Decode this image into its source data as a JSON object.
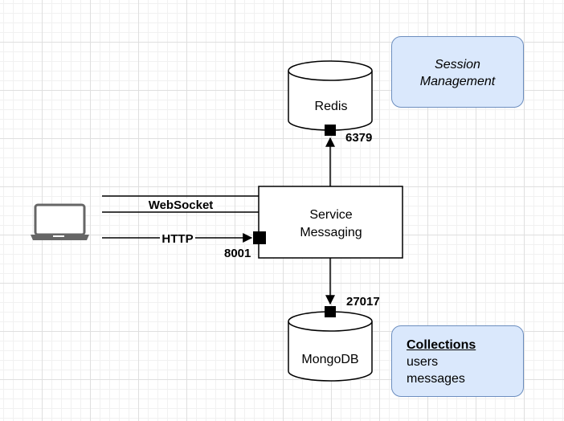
{
  "redis": {
    "label": "Redis",
    "port": "6379"
  },
  "mongodb": {
    "label": "MongoDB",
    "port": "27017"
  },
  "service": {
    "line1": "Service",
    "line2": "Messaging",
    "port": "8001"
  },
  "client": {
    "websocket_label": "WebSocket",
    "http_label": "HTTP",
    "icon": "laptop-icon"
  },
  "session_note": {
    "line1": "Session",
    "line2": "Management"
  },
  "collections_note": {
    "title": "Collections",
    "items": [
      "users",
      "messages"
    ]
  },
  "colors": {
    "note_fill": "#dae8fc",
    "note_border": "#6c8ebf",
    "stroke": "#000000",
    "laptop": "#666666"
  }
}
